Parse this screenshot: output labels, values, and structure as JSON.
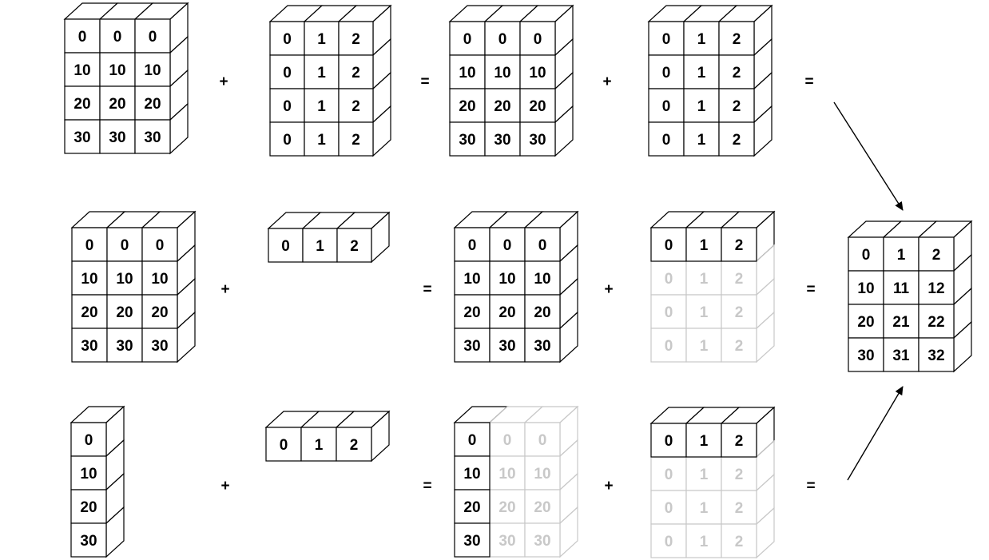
{
  "colors": {
    "stroke": "#000000",
    "ghost": "#c8c8c8",
    "text": "#000000",
    "ghost_text": "#c8c8c8"
  },
  "operators": {
    "plus": "+",
    "equals": "="
  },
  "arrays": {
    "a_full": [
      [
        "0",
        "0",
        "0"
      ],
      [
        "10",
        "10",
        "10"
      ],
      [
        "20",
        "20",
        "20"
      ],
      [
        "30",
        "30",
        "30"
      ]
    ],
    "b_full": [
      [
        "0",
        "1",
        "2"
      ],
      [
        "0",
        "1",
        "2"
      ],
      [
        "0",
        "1",
        "2"
      ],
      [
        "0",
        "1",
        "2"
      ]
    ],
    "b_row": [
      [
        "0",
        "1",
        "2"
      ]
    ],
    "a_col": [
      [
        "0"
      ],
      [
        "10"
      ],
      [
        "20"
      ],
      [
        "30"
      ]
    ],
    "result": [
      [
        "0",
        "1",
        "2"
      ],
      [
        "10",
        "11",
        "12"
      ],
      [
        "20",
        "21",
        "22"
      ],
      [
        "30",
        "31",
        "32"
      ]
    ]
  },
  "diagram": {
    "rows": [
      {
        "name": "row-1",
        "terms": [
          "a_full",
          "b_full",
          "a_full",
          "b_full"
        ]
      },
      {
        "name": "row-2",
        "terms": [
          "a_full",
          "b_row",
          "a_full",
          "b_row_stretched"
        ]
      },
      {
        "name": "row-3",
        "terms": [
          "a_col",
          "b_row",
          "a_col_stretched",
          "b_row_stretched"
        ]
      }
    ],
    "result": "result"
  }
}
